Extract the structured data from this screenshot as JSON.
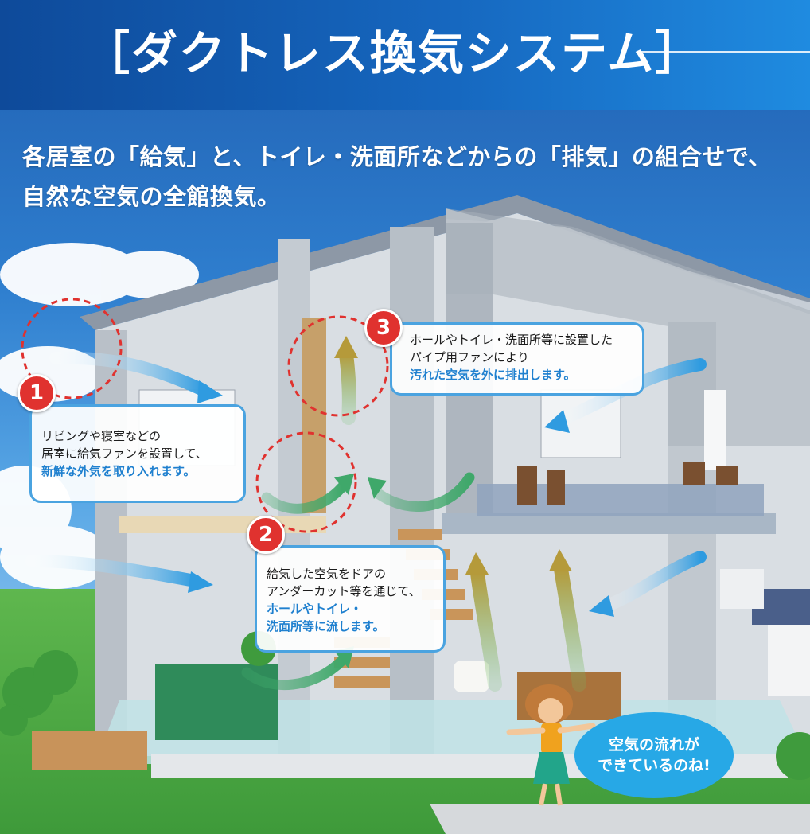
{
  "title": "［ダクトレス換気システム］",
  "subtitle": {
    "line1": "各居室の「給気」と、トイレ・洗面所などからの「排気」の組合せで、",
    "line2": "自然な空気の全館換気。"
  },
  "callouts": [
    {
      "number": "1",
      "line1": "リビングや寝室などの",
      "line2": "居室に給気ファンを設置して、",
      "highlight": "新鮮な外気を取り入れます。"
    },
    {
      "number": "2",
      "line1": "給気した空気をドアの",
      "line2": "アンダーカット等を通じて、",
      "highlight1": "ホールやトイレ・",
      "highlight2": "洗面所等に流します。"
    },
    {
      "number": "3",
      "line1": "ホールやトイレ・洗面所等に設置した",
      "line2": "パイプ用ファンにより",
      "highlight": "汚れた空気を外に排出します。"
    }
  ],
  "speech_bubble": {
    "line1": "空気の流れが",
    "line2": "できているのね!"
  },
  "colors": {
    "supply_arrow": "#2f9be0",
    "exhaust_arrow": "#b59a3a",
    "flow_arrow": "#3fa86a",
    "badge": "#e0322f",
    "highlight_text": "#1f80cf"
  }
}
